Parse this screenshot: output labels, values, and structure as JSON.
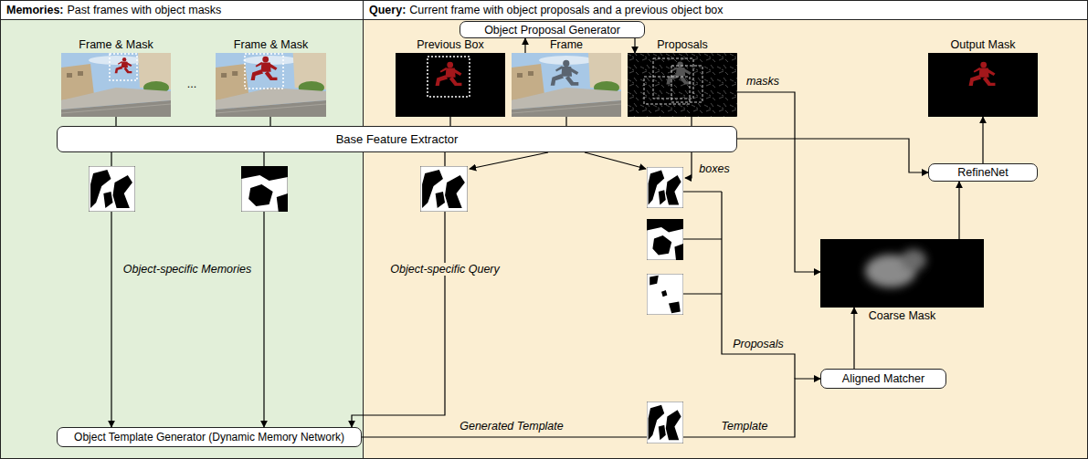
{
  "diagram": {
    "nodes": [
      {
        "text": [
          "Memories:",
          "Past frames with object masks"
        ]
      },
      {
        "text": [
          "Query:",
          "Current frame with object proposals and a previous object box"
        ]
      },
      {
        "text": [
          "Frame & Mask"
        ],
        "in": 0
      },
      {
        "text": [
          "Frame & Mask"
        ],
        "in": 0
      },
      {
        "text": [
          "Object Proposal Generator"
        ],
        "in": 1
      },
      {
        "text": [
          "Previous Box"
        ],
        "in": 1
      },
      {
        "text": [
          "Frame"
        ],
        "in": 1
      },
      {
        "text": [
          "Proposals"
        ],
        "in": 1
      },
      {
        "text": [
          "Output Mask"
        ],
        "in": 1
      },
      {
        "text": [
          "Base Feature Extractor"
        ]
      },
      {
        "text": [
          "RefineNet"
        ],
        "in": 1
      },
      {
        "text": [
          "Coarse Mask"
        ],
        "in": 1
      },
      {
        "text": [
          "Aligned Matcher"
        ],
        "in": 1
      },
      {
        "text": [
          "Object Template Generator (Dynamic Memory Network)"
        ],
        "in": 0
      }
    ],
    "edges": [
      {
        "from": 2,
        "to": 9,
        "arrow": "none"
      },
      {
        "from": 3,
        "to": 9,
        "arrow": "none"
      },
      {
        "from": 5,
        "to": 9,
        "arrow": "none"
      },
      {
        "from": 6,
        "to": 9,
        "arrow": "none"
      },
      {
        "from": 7,
        "to": 9,
        "arrow": "none"
      },
      {
        "from": 6,
        "to": 4,
        "arrow": "to"
      },
      {
        "from": 4,
        "to": 7,
        "arrow": "to"
      },
      {
        "from": 9,
        "to": 13,
        "arrow": "to"
      },
      {
        "from": 9,
        "to": 13,
        "arrow": "to"
      },
      {
        "from": 9,
        "to": 13,
        "arrow": "to"
      },
      {
        "from": 7,
        "to": 11,
        "arrow": "to"
      },
      {
        "from": 9,
        "to": 10,
        "arrow": "to"
      },
      {
        "from": 11,
        "to": 10,
        "arrow": "to"
      },
      {
        "from": 10,
        "to": 8,
        "arrow": "to"
      },
      {
        "from": 12,
        "to": 11,
        "arrow": "to"
      },
      {
        "from": 13,
        "to": 12,
        "arrow": "to"
      }
    ],
    "labels": [
      "...",
      "Object-specific Memories",
      "Object-specific Query",
      "masks",
      "boxes",
      "Proposals",
      "Template",
      "Generated Template"
    ]
  }
}
